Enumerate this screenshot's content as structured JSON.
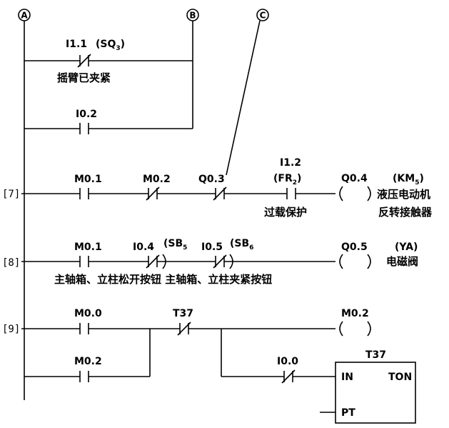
{
  "markers": {
    "a": "A",
    "b": "B",
    "c": "C"
  },
  "rungs": {
    "r7": "[7]",
    "r8": "[8]",
    "r9": "[9]"
  },
  "contacts": {
    "i11": "I1.1",
    "i11_tag": "(SQ",
    "i11_tag_sub": "3",
    "i11_tag_end": ")",
    "i11_desc": "摇臂已夹紧",
    "i02": "I0.2",
    "m01_7": "M0.1",
    "m02_7": "M0.2",
    "q03": "Q0.3",
    "i12": "I1.2",
    "i12_tag": "(FR",
    "i12_tag_sub": "2",
    "i12_tag_end": ")",
    "i12_desc": "过载保护",
    "m01_8": "M0.1",
    "i04": "I0.4",
    "i04_tag": "(SB",
    "i04_tag_sub": "5",
    "i05": "I0.5",
    "i05_tag": "(SB",
    "i05_tag_sub": "6",
    "row8_desc": "主轴箱、立柱松开按钮 主轴箱、立柱夹紧按钮",
    "m00": "M0.0",
    "t37": "T37",
    "m02_9": "M0.2",
    "i00": "I0.0"
  },
  "coils": {
    "q04": "Q0.4",
    "q04_tag": "(KM",
    "q04_tag_sub": "5",
    "q04_tag_end": ")",
    "q04_desc1": "液压电动机",
    "q04_desc2": "反转接触器",
    "q05": "Q0.5",
    "q05_tag": "(YA)",
    "q05_desc": "电磁阀",
    "m02": "M0.2"
  },
  "timer": {
    "name": "T37",
    "in": "IN",
    "type": "TON",
    "pt": "PT"
  }
}
